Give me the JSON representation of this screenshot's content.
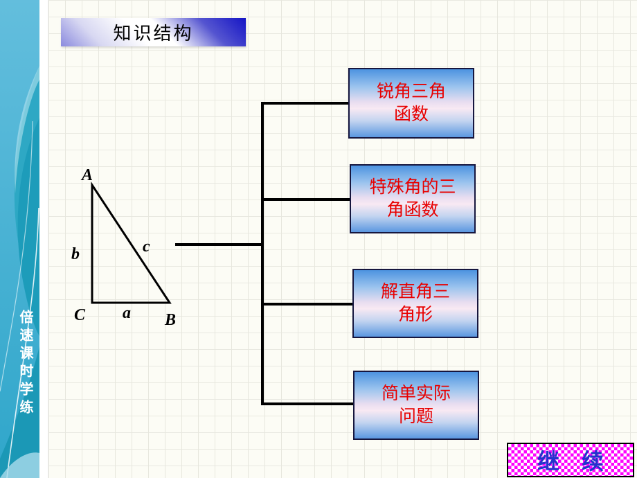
{
  "title_banner": {
    "text": "知识结构"
  },
  "sidebar": {
    "brand": "倍速课时学练"
  },
  "triangle": {
    "vertex_a": "A",
    "vertex_b": "B",
    "vertex_c": "C",
    "side_a": "a",
    "side_b": "b",
    "side_c": "c"
  },
  "flowchart": {
    "nodes": [
      {
        "id": "acute-trig-functions",
        "lines": [
          "锐角三角",
          "函数"
        ]
      },
      {
        "id": "special-angle-trig",
        "lines": [
          "特殊角的三",
          "角函数"
        ]
      },
      {
        "id": "solve-right-triangle",
        "lines": [
          "解直角三",
          "角形"
        ]
      },
      {
        "id": "simple-real-problems",
        "lines": [
          "简单实际",
          "问题"
        ]
      }
    ]
  },
  "continue_button": {
    "label": "继　续"
  },
  "colors": {
    "node_text": "#e80000",
    "node_border": "#16163e",
    "node_gradient_top": "#4d93e0",
    "node_gradient_mid": "#f8e9f3",
    "banner_dark_blue": "#1515c5",
    "button_checker": "#ff00ff",
    "button_text": "#2233cc",
    "sidebar_base": "#52b4d8",
    "sidebar_swoosh": "#1d9cba",
    "grid_line": "#e7e7de"
  }
}
